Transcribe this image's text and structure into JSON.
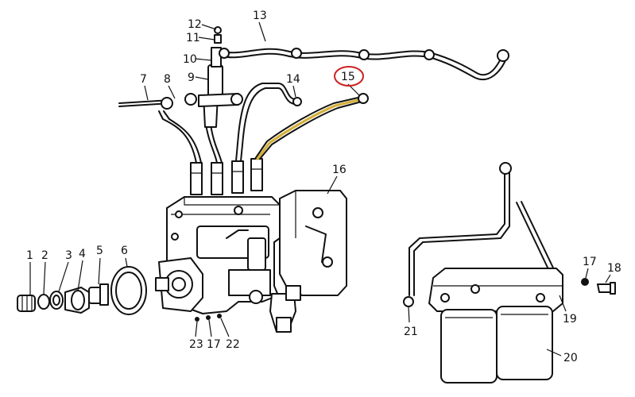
{
  "diagram": {
    "highlight_color": "#d4b03a",
    "circle_color": "#cc2222",
    "callouts": [
      "1",
      "2",
      "3",
      "4",
      "5",
      "6",
      "7",
      "8",
      "9",
      "10",
      "11",
      "12",
      "13",
      "14",
      "15",
      "16",
      "17",
      "18",
      "19",
      "20",
      "21",
      "22",
      "23",
      "17"
    ]
  }
}
